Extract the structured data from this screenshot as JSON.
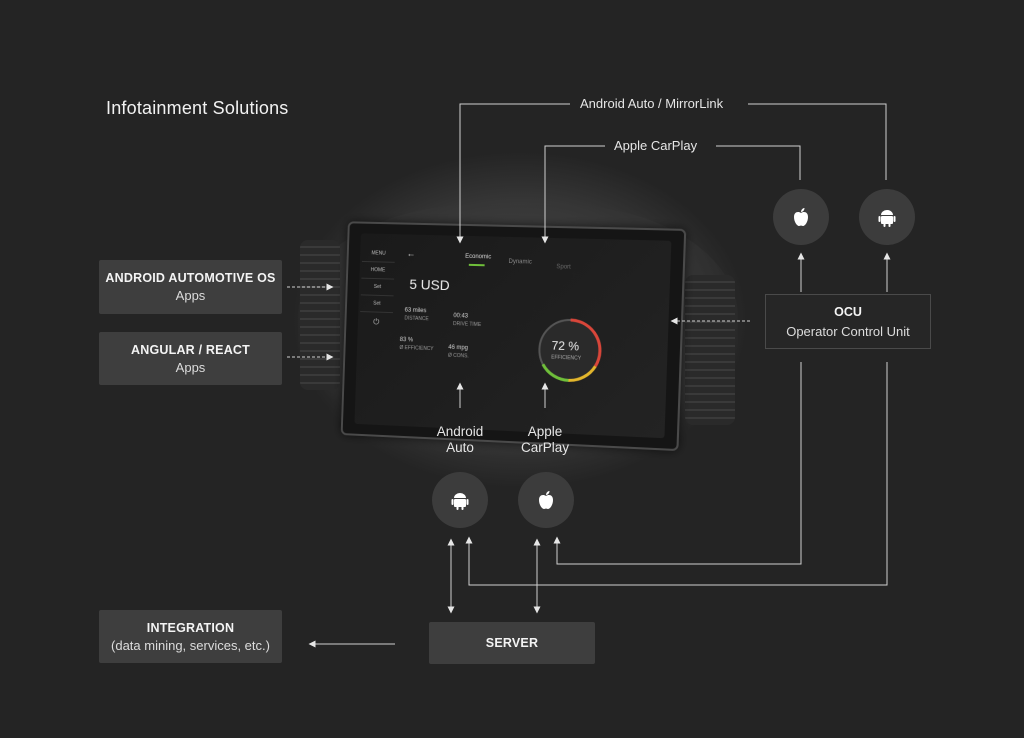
{
  "title": "Infotainment Solutions",
  "boxes": {
    "android_os": {
      "title": "ANDROID AUTOMOTIVE OS",
      "sub": "Apps"
    },
    "angular": {
      "title": "ANGULAR / REACT",
      "sub": "Apps"
    },
    "integration": {
      "title": "INTEGRATION",
      "sub": "(data mining, services, etc.)"
    },
    "server": {
      "title": "SERVER"
    },
    "ocu": {
      "title": "OCU",
      "sub": "Operator Control Unit"
    }
  },
  "labels": {
    "android_mirror": "Android Auto / MirrorLink",
    "carplay_top": "Apple CarPlay",
    "android_auto_1": "Android",
    "android_auto_2": "Auto",
    "apple_carplay_1": "Apple",
    "apple_carplay_2": "CarPlay"
  },
  "screen": {
    "menu": [
      "MENU",
      "HOME",
      "Set",
      "Set"
    ],
    "back": "←",
    "tabs": [
      "Economic",
      "Dynamic",
      "Sport"
    ],
    "price": "5 USD",
    "distance_val": "63 miles",
    "distance_lbl": "DISTANCE",
    "drive_val": "00:43",
    "drive_lbl": "DRIVE TIME",
    "eff_val": "83 %",
    "eff_lbl": "Ø EFFICIENCY",
    "cons_val": "46 mpg",
    "cons_lbl": "Ø CONS.",
    "gauge_val": "72 %",
    "gauge_lbl": "EFFICIENCY"
  },
  "icons": {
    "top_apple": "apple-icon",
    "top_android": "android-icon",
    "bottom_android": "android-icon",
    "bottom_apple": "apple-icon"
  },
  "colors": {
    "background": "#242424",
    "box": "#3e3e3e",
    "line": "#d0d0d0",
    "accent_green": "#6fbf3a"
  }
}
